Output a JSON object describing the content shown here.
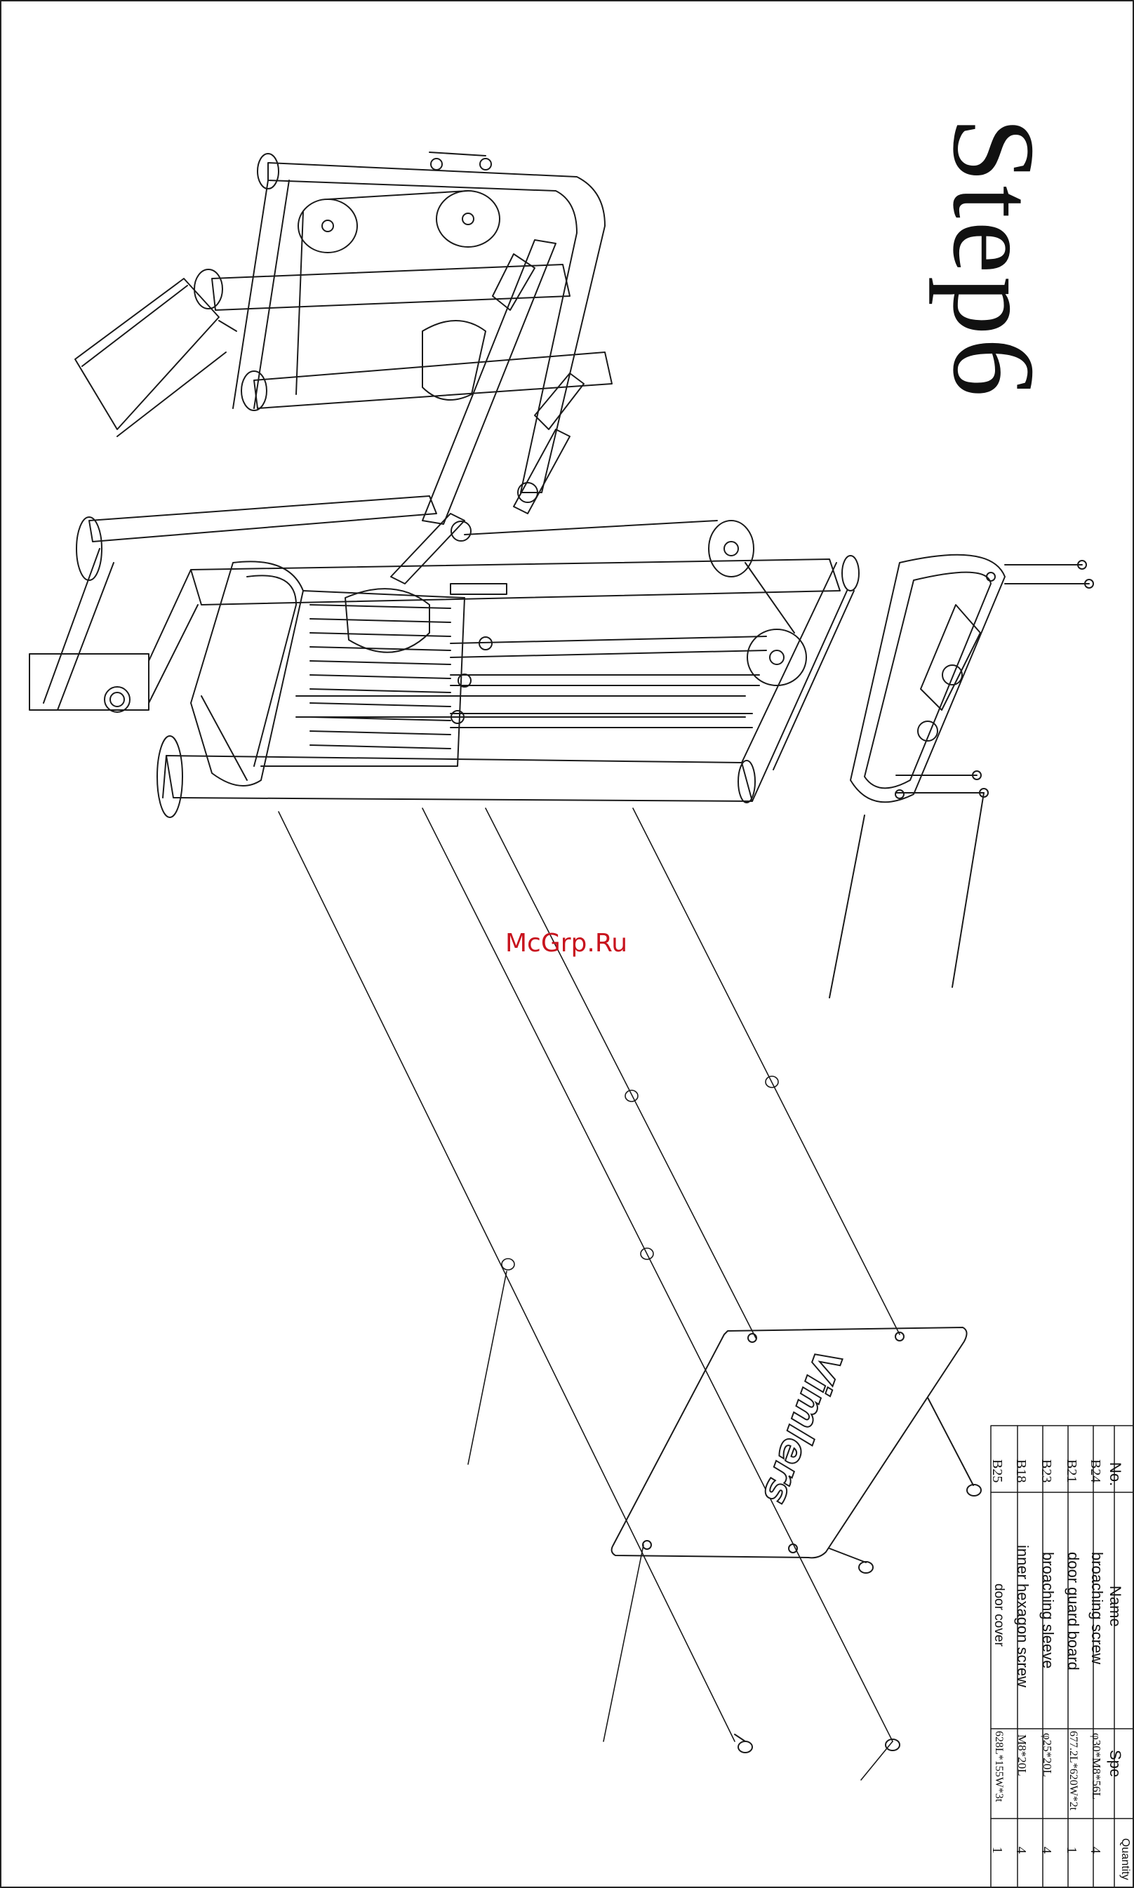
{
  "title": "Step6",
  "watermark": "McGrp.Ru",
  "brand_logo_text": "Vimlers",
  "parts_table": {
    "headers": {
      "no": "No.",
      "name": "Name",
      "spe": "Spe",
      "quantity": "Quantity"
    },
    "rows": [
      {
        "no": "B24",
        "name": "broaching screw",
        "spe": "φ30*M8*56L",
        "qty": "4"
      },
      {
        "no": "B21",
        "name": "door guard board",
        "spe": "677.2L*620W*2t",
        "qty": "1"
      },
      {
        "no": "B23",
        "name": "broaching sleeve",
        "spe": "φ25*20L",
        "qty": "4"
      },
      {
        "no": "B18",
        "name": "inner hexagon screw",
        "spe": "M8*20L",
        "qty": "4"
      },
      {
        "no": "B25",
        "name": "door cover",
        "spe": "628L*155W*3t",
        "qty": "1"
      }
    ]
  },
  "colors": {
    "line": "#1a1a1a",
    "watermark": "#c8141e",
    "background": "#ffffff"
  }
}
